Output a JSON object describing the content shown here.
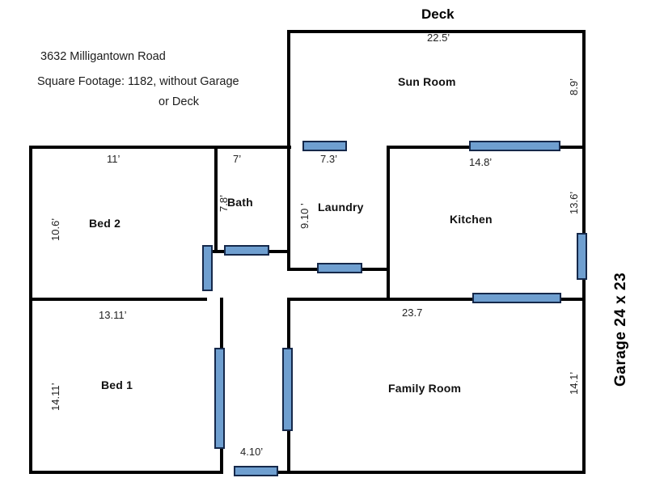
{
  "document": {
    "address": "3632 Milligantown Road",
    "square_footage_line1": "Square Footage:  1182, without Garage",
    "square_footage_line2": "or Deck"
  },
  "deck": {
    "label": "Deck"
  },
  "garage": {
    "label": "Garage  24 x 23"
  },
  "rooms": [
    {
      "key": "sun_room",
      "name": "Sun Room",
      "width_dim": "22.5’",
      "height_dim": "8.9’"
    },
    {
      "key": "bed_2",
      "name": "Bed 2",
      "width_dim": "11’",
      "height_dim": "10.6’"
    },
    {
      "key": "bath",
      "name": "Bath",
      "width_dim": "7’",
      "height_dim": "7.8’"
    },
    {
      "key": "laundry",
      "name": "Laundry",
      "width_dim": "7.3’",
      "height_dim": "9.10 ’"
    },
    {
      "key": "kitchen",
      "name": "Kitchen",
      "width_dim": "14.8’",
      "height_dim": "13.6’"
    },
    {
      "key": "bed_1",
      "name": "Bed 1",
      "width_dim": "13.11’",
      "height_dim": "14.11’"
    },
    {
      "key": "family_room",
      "name": "Family Room",
      "width_dim": "23.7",
      "height_dim": "14.1’"
    }
  ],
  "extra_dims": {
    "bottom_entry": "4.10’"
  },
  "colors": {
    "wall": "#000000",
    "opening_fill": "#6f9fd0",
    "opening_stroke": "#15284a",
    "background": "#ffffff",
    "text": "#1a1a1a"
  }
}
